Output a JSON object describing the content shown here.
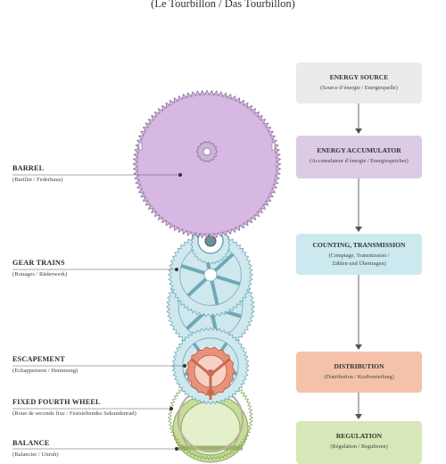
{
  "title": "(Le Tourbillon / Das Tourbillon)",
  "labels": [
    {
      "main": "BARREL",
      "sub": "(Barillet / Federhaus)"
    },
    {
      "main": "GEAR TRAINS",
      "sub": "(Rouages / Räderwerk)"
    },
    {
      "main": "ESCAPEMENT",
      "sub": "(Echappement / Hemmung)"
    },
    {
      "main": "FIXED FOURTH WHEEL",
      "sub": "(Roue de seconde fixe / Feststehendes Sekundenrad)"
    },
    {
      "main": "BALANCE",
      "sub": "(Balancier / Unruh)"
    }
  ],
  "stages": [
    {
      "main": "ENERGY SOURCE",
      "sub": "(Source d’énergie / Energiequelle)",
      "color": "#ecebea"
    },
    {
      "main": "ENERGY ACCUMULATOR",
      "sub": "(Accumulateur d’énergie / Energiespeicher)",
      "color": "#dccbe4"
    },
    {
      "main": "COUNTING, TRANSMISSION",
      "sub": "(Comptage, Transmission /\nZählen und Übertragen)",
      "color": "#cbe9ef"
    },
    {
      "main": "DISTRIBUTION",
      "sub": "(Distribution / Kraftverteilung)",
      "color": "#f4c2a9"
    },
    {
      "main": "REGULATION",
      "sub": "(Régulation / Regulieren)",
      "color": "#d7e7b7"
    }
  ],
  "colors": {
    "barrel": "#d6b8e2",
    "barrel_stroke": "#8b6f98",
    "gear": "#cfe8ee",
    "gear_stroke": "#6ea9b8",
    "escapement": "#e9927a",
    "balance": "#c7dc9a",
    "line": "#555555"
  }
}
